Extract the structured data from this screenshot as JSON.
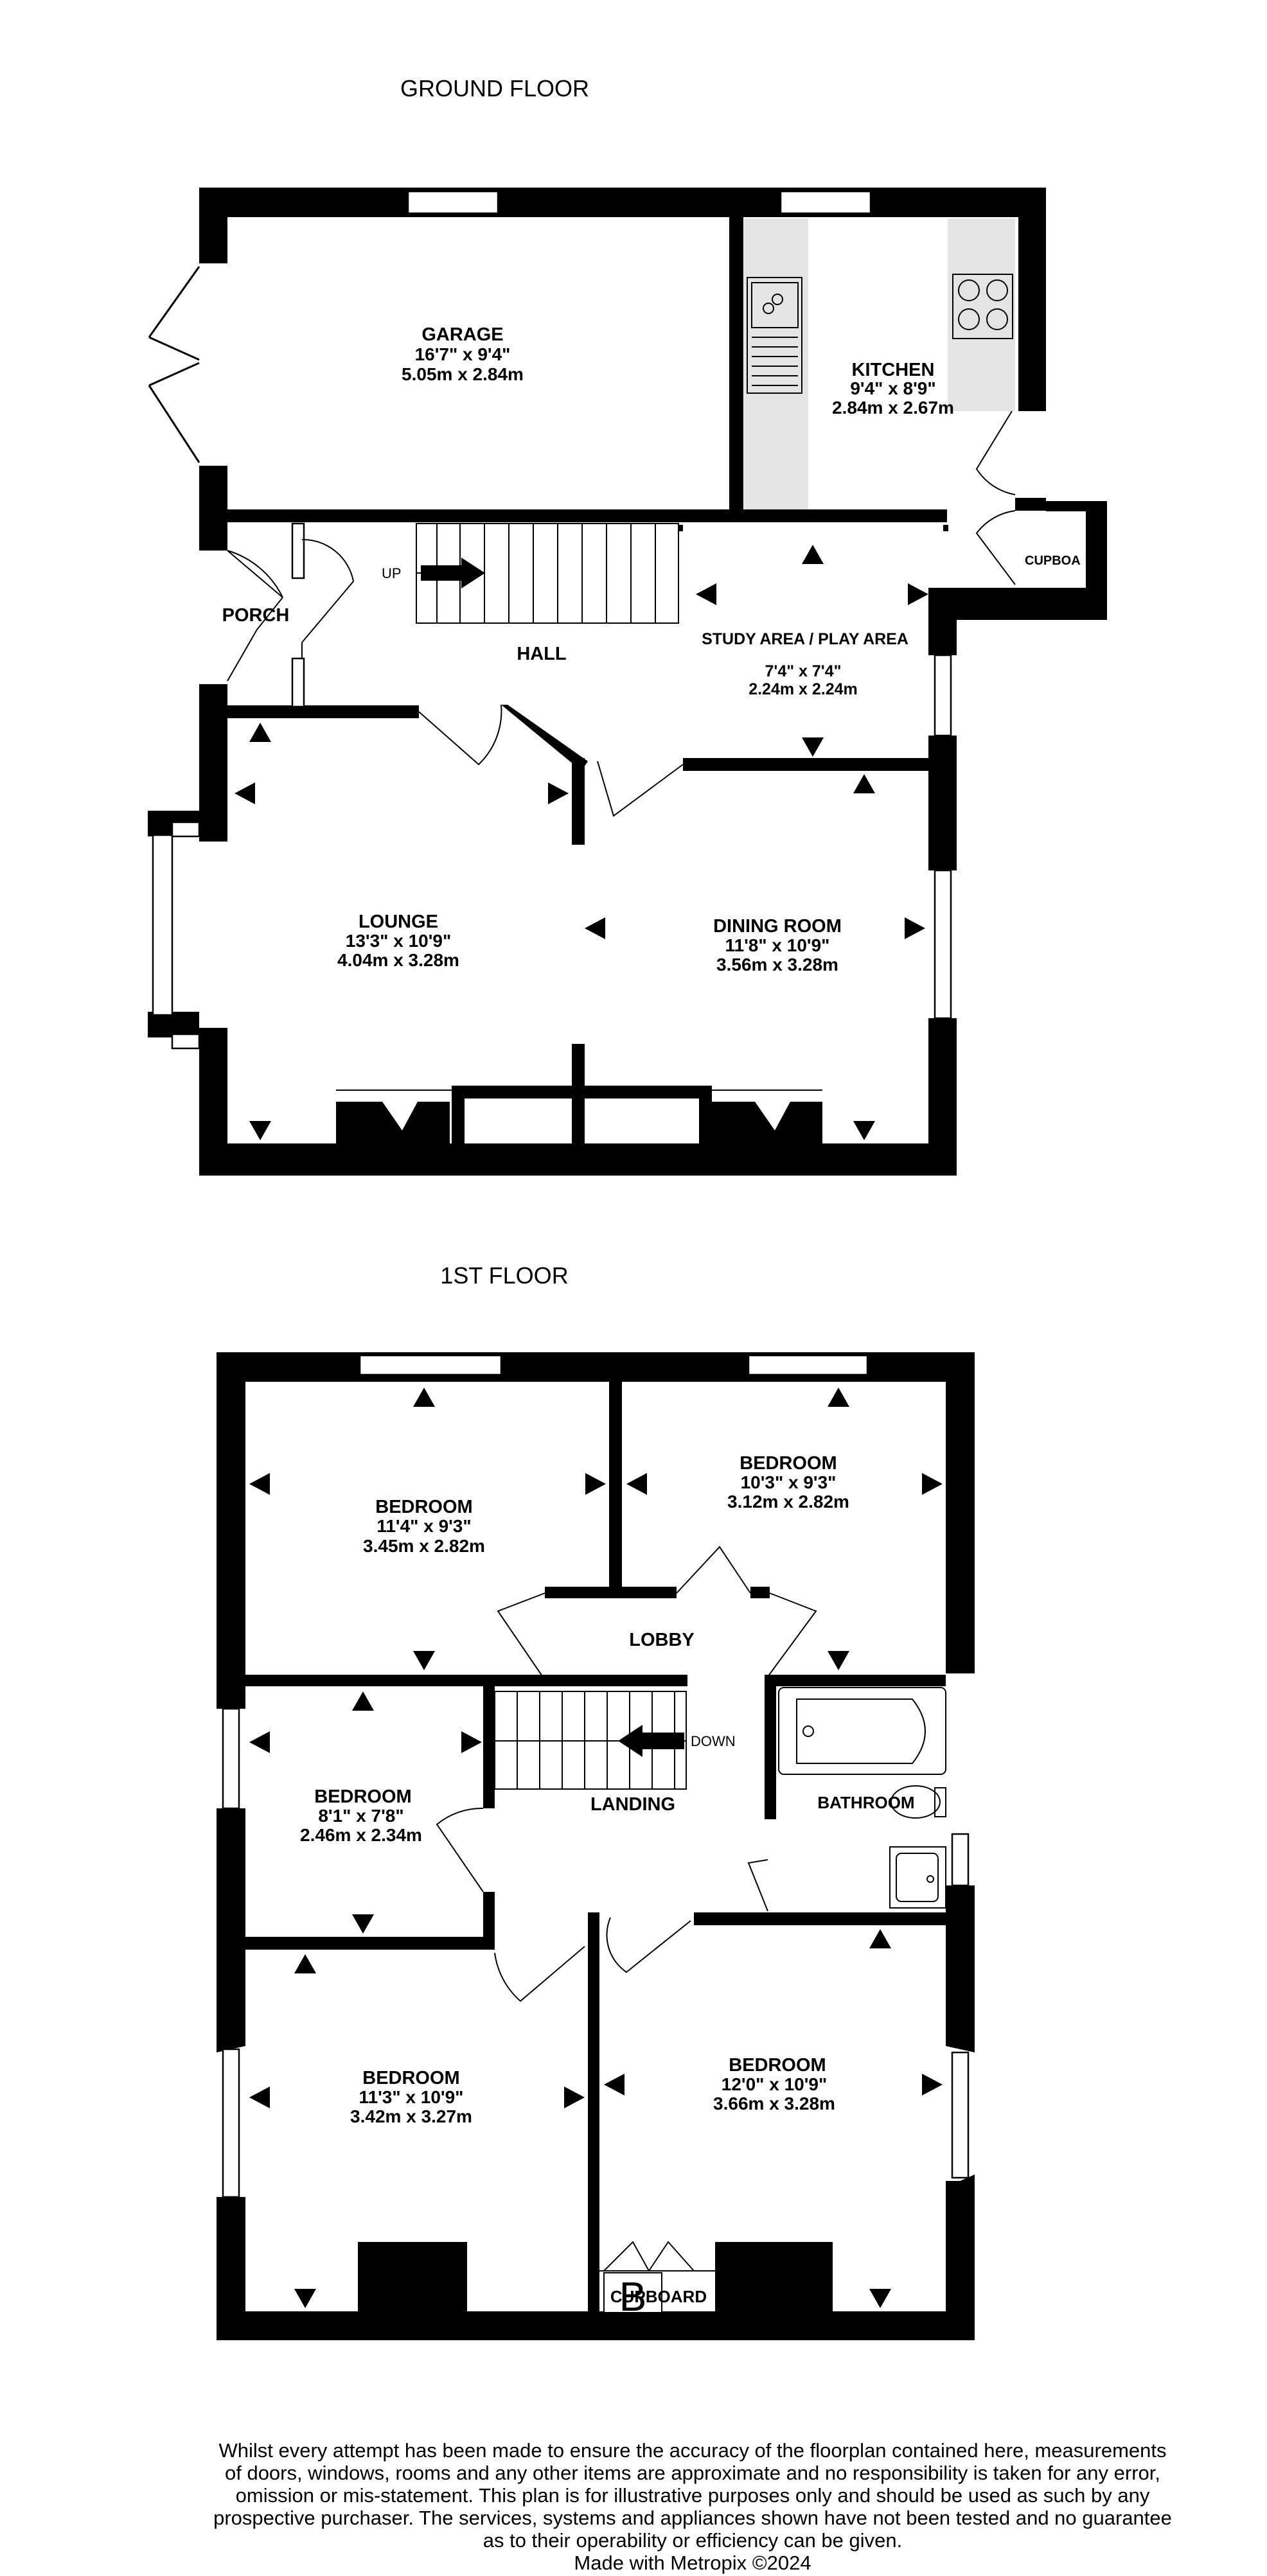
{
  "ground_floor": {
    "title": "GROUND FLOOR",
    "rooms": {
      "garage": {
        "name": "GARAGE",
        "imperial": "16'7\"  x 9'4\"",
        "metric": "5.05m  x 2.84m"
      },
      "kitchen": {
        "name": "KITCHEN",
        "imperial": "9'4\"  x 8'9\"",
        "metric": "2.84m  x 2.67m"
      },
      "study": {
        "name": "STUDY AREA / PLAY AREA",
        "imperial": "7'4\"  x 7'4\"",
        "metric": "2.24m  x 2.24m"
      },
      "porch": {
        "name": "PORCH"
      },
      "hall": {
        "name": "HALL"
      },
      "lounge": {
        "name": "LOUNGE",
        "imperial": "13'3\"  x 10'9\"",
        "metric": "4.04m  x 3.28m"
      },
      "dining": {
        "name": "DINING ROOM",
        "imperial": "11'8\"  x 10'9\"",
        "metric": "3.56m  x 3.28m"
      },
      "cupboard": {
        "name": "CUPBOARD"
      }
    },
    "stairs_label": "UP"
  },
  "first_floor": {
    "title": "1ST FLOOR",
    "rooms": {
      "bed_nw": {
        "name": "BEDROOM",
        "imperial": "11'4\"  x 9'3\"",
        "metric": "3.45m  x 2.82m"
      },
      "bed_ne": {
        "name": "BEDROOM",
        "imperial": "10'3\"  x 9'3\"",
        "metric": "3.12m  x 2.82m"
      },
      "lobby": {
        "name": "LOBBY"
      },
      "bed_w": {
        "name": "BEDROOM",
        "imperial": "8'1\"  x 7'8\"",
        "metric": "2.46m  x 2.34m"
      },
      "landing": {
        "name": "LANDING"
      },
      "bathroom": {
        "name": "BATHROOM"
      },
      "bed_sw": {
        "name": "BEDROOM",
        "imperial": "11'3\"  x 10'9\"",
        "metric": "3.42m  x 3.27m"
      },
      "bed_se": {
        "name": "BEDROOM",
        "imperial": "12'0\"  x 10'9\"",
        "metric": "3.66m  x 3.28m"
      },
      "cupboard": {
        "name": "CUPBOARD"
      }
    },
    "stairs_label": "DOWN",
    "boiler_symbol": "B"
  },
  "disclaimer": {
    "lines": [
      "Whilst every attempt has been made to ensure the accuracy of the floorplan contained here, measurements",
      "of doors, windows, rooms and any other items are approximate and no responsibility is taken for any error,",
      "omission or mis-statement. This plan is for illustrative purposes only and should be used as such by any",
      "prospective purchaser. The services, systems and appliances shown have not been tested and no guarantee",
      "as to their operability or efficiency can be given."
    ],
    "credit": "Made with Metropix ©2024"
  }
}
